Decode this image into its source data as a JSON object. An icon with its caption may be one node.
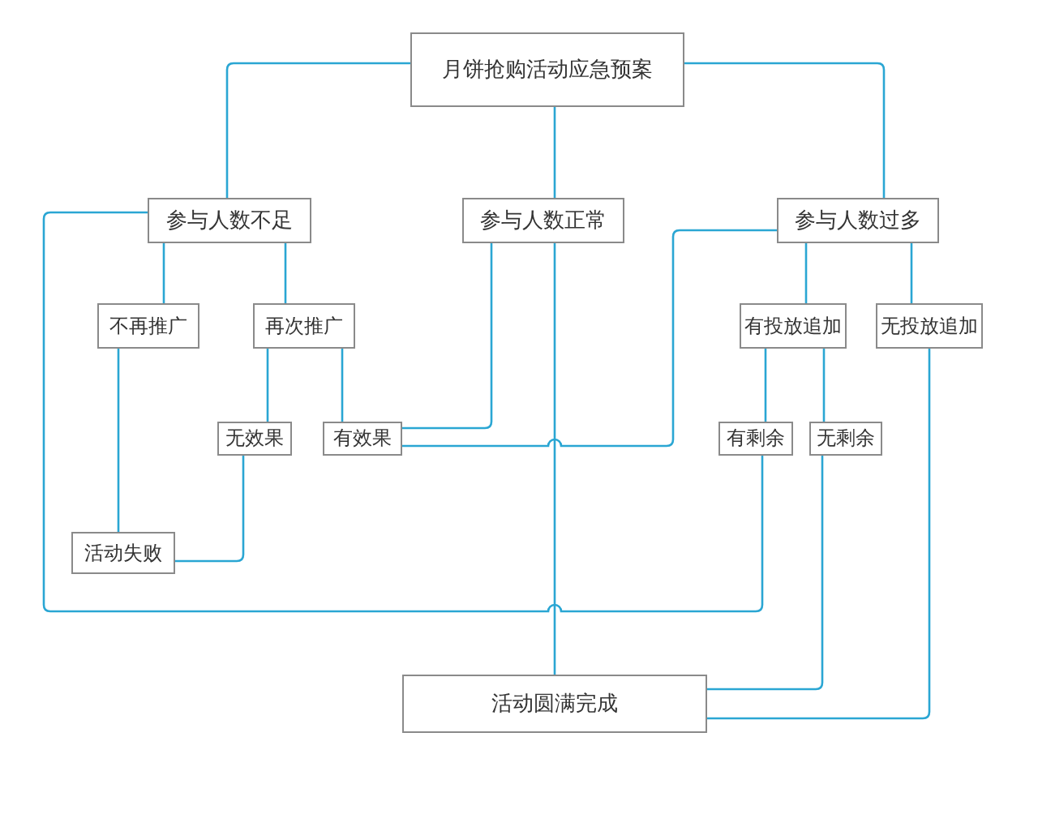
{
  "diagram": {
    "nodes": [
      {
        "text": [
          "月饼抢购活动应急预案"
        ]
      },
      {
        "text": [
          "参与人数不足"
        ]
      },
      {
        "text": [
          "参与人数正常"
        ]
      },
      {
        "text": [
          "参与人数过多"
        ]
      },
      {
        "text": [
          "不再推广"
        ]
      },
      {
        "text": [
          "再次推广"
        ]
      },
      {
        "text": [
          "有投放追加"
        ]
      },
      {
        "text": [
          "无投放追加"
        ]
      },
      {
        "text": [
          "无效果"
        ]
      },
      {
        "text": [
          "有效果"
        ]
      },
      {
        "text": [
          "有剩余"
        ]
      },
      {
        "text": [
          "无剩余"
        ]
      },
      {
        "text": [
          "活动失败"
        ]
      },
      {
        "text": [
          "活动圆满完成"
        ]
      }
    ],
    "edges": [
      {
        "from": 0,
        "to": 1,
        "arrow": "none"
      },
      {
        "from": 0,
        "to": 2,
        "arrow": "none"
      },
      {
        "from": 0,
        "to": 3,
        "arrow": "none"
      },
      {
        "from": 1,
        "to": 4,
        "arrow": "none"
      },
      {
        "from": 1,
        "to": 5,
        "arrow": "none"
      },
      {
        "from": 3,
        "to": 6,
        "arrow": "none"
      },
      {
        "from": 3,
        "to": 7,
        "arrow": "none"
      },
      {
        "from": 5,
        "to": 8,
        "arrow": "none"
      },
      {
        "from": 5,
        "to": 9,
        "arrow": "none"
      },
      {
        "from": 6,
        "to": 10,
        "arrow": "none"
      },
      {
        "from": 6,
        "to": 11,
        "arrow": "none"
      },
      {
        "from": 4,
        "to": 12,
        "arrow": "none"
      },
      {
        "from": 8,
        "to": 12,
        "arrow": "none"
      },
      {
        "from": 9,
        "to": 2,
        "arrow": "none"
      },
      {
        "from": 9,
        "to": 3,
        "arrow": "none"
      },
      {
        "from": 1,
        "to": 10,
        "arrow": "none"
      },
      {
        "from": 2,
        "to": 13,
        "arrow": "none"
      },
      {
        "from": 11,
        "to": 13,
        "arrow": "none"
      },
      {
        "from": 7,
        "to": 13,
        "arrow": "none"
      }
    ]
  }
}
